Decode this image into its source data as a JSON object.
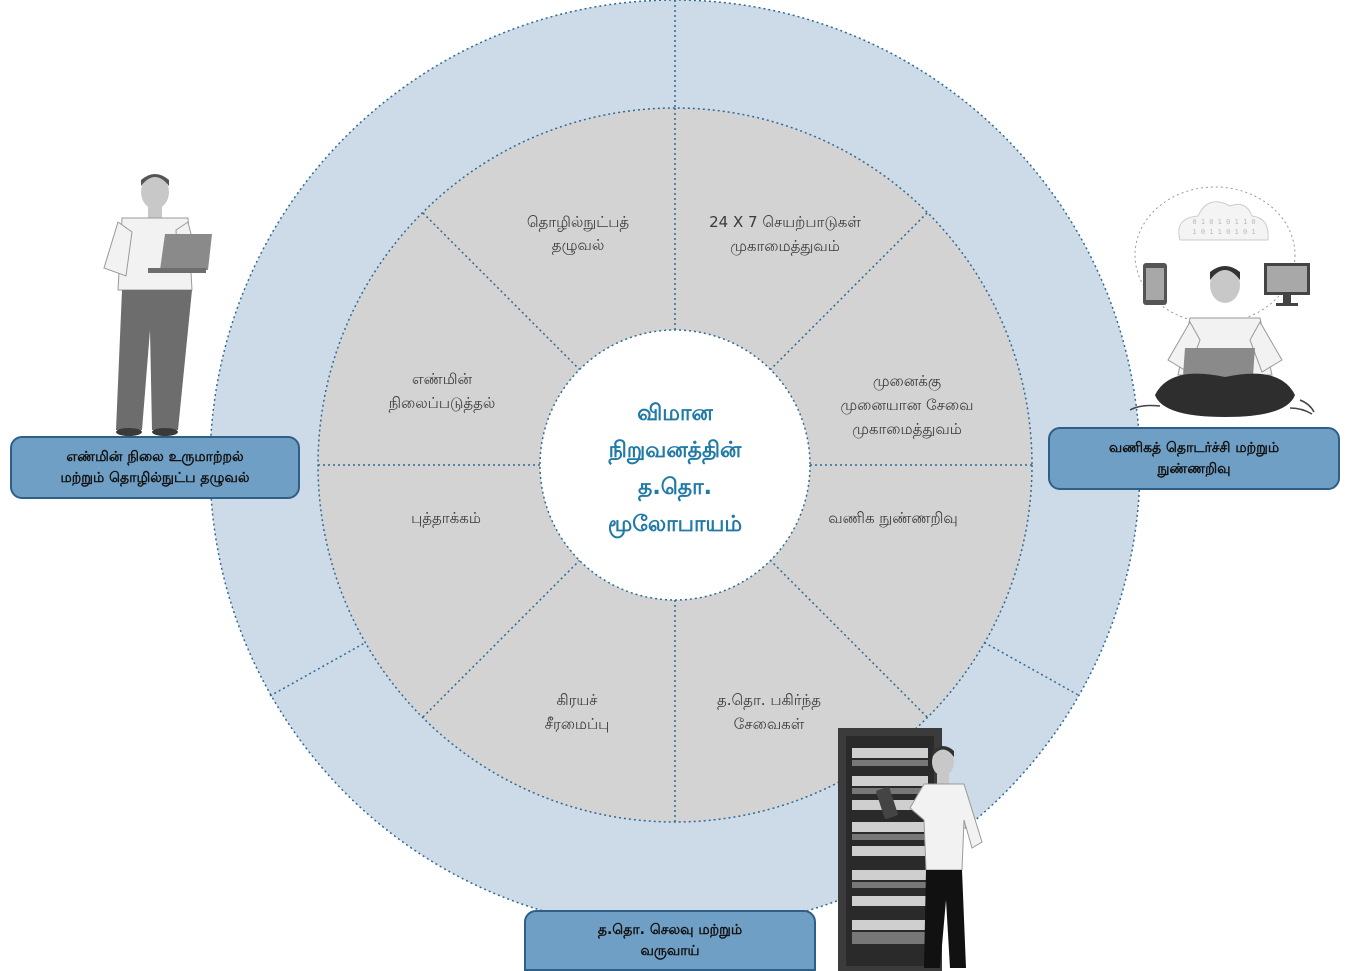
{
  "center": {
    "lines": [
      "விமான",
      "நிறுவனத்தின்",
      "த.தொ.",
      "மூலோபாயம்"
    ]
  },
  "segments": [
    {
      "lines": [
        "தொழில்நுட்பத்",
        "தழுவல்"
      ]
    },
    {
      "lines": [
        "24 X 7  செயற்பாடுகள்",
        "முகாமைத்துவம்"
      ]
    },
    {
      "lines": [
        "முனைக்கு",
        "முனையான சேவை",
        "முகாமைத்துவம்"
      ]
    },
    {
      "lines": [
        "வணிக நுண்ணறிவு"
      ]
    },
    {
      "lines": [
        "த.தொ. பகிர்ந்த",
        "சேவைகள்"
      ]
    },
    {
      "lines": [
        "கிரயச்",
        "சீரமைப்பு"
      ]
    },
    {
      "lines": [
        "புத்தாக்கம்"
      ]
    },
    {
      "lines": [
        "எண்மின்",
        "நிலைப்படுத்தல்"
      ]
    }
  ],
  "callouts": {
    "left": {
      "line1": "எண்மின் நிலை உருமாற்றல்",
      "line2": "மற்றும் தொழில்நுட்ப தழுவல்"
    },
    "right": {
      "line1": "வணிகத் தொடர்ச்சி மற்றும்",
      "line2": "நுண்ணறிவு"
    },
    "bottom": {
      "line1": "த.தொ. செலவு மற்றும்",
      "line2": "வருவாய்"
    }
  },
  "colors": {
    "outer_ring": "#cddbe8",
    "inner_ring": "#d3d3d3",
    "center": "#ffffff",
    "divider": "#2e6b94",
    "center_text": "#1f7aa8",
    "callout_fill": "#6f9fc4",
    "callout_border": "#2e5f87"
  },
  "figures": [
    {
      "icon": "person-with-laptop-icon"
    },
    {
      "icon": "person-sitting-cloud-devices-icon"
    },
    {
      "icon": "person-tablet-server-rack-icon"
    }
  ]
}
